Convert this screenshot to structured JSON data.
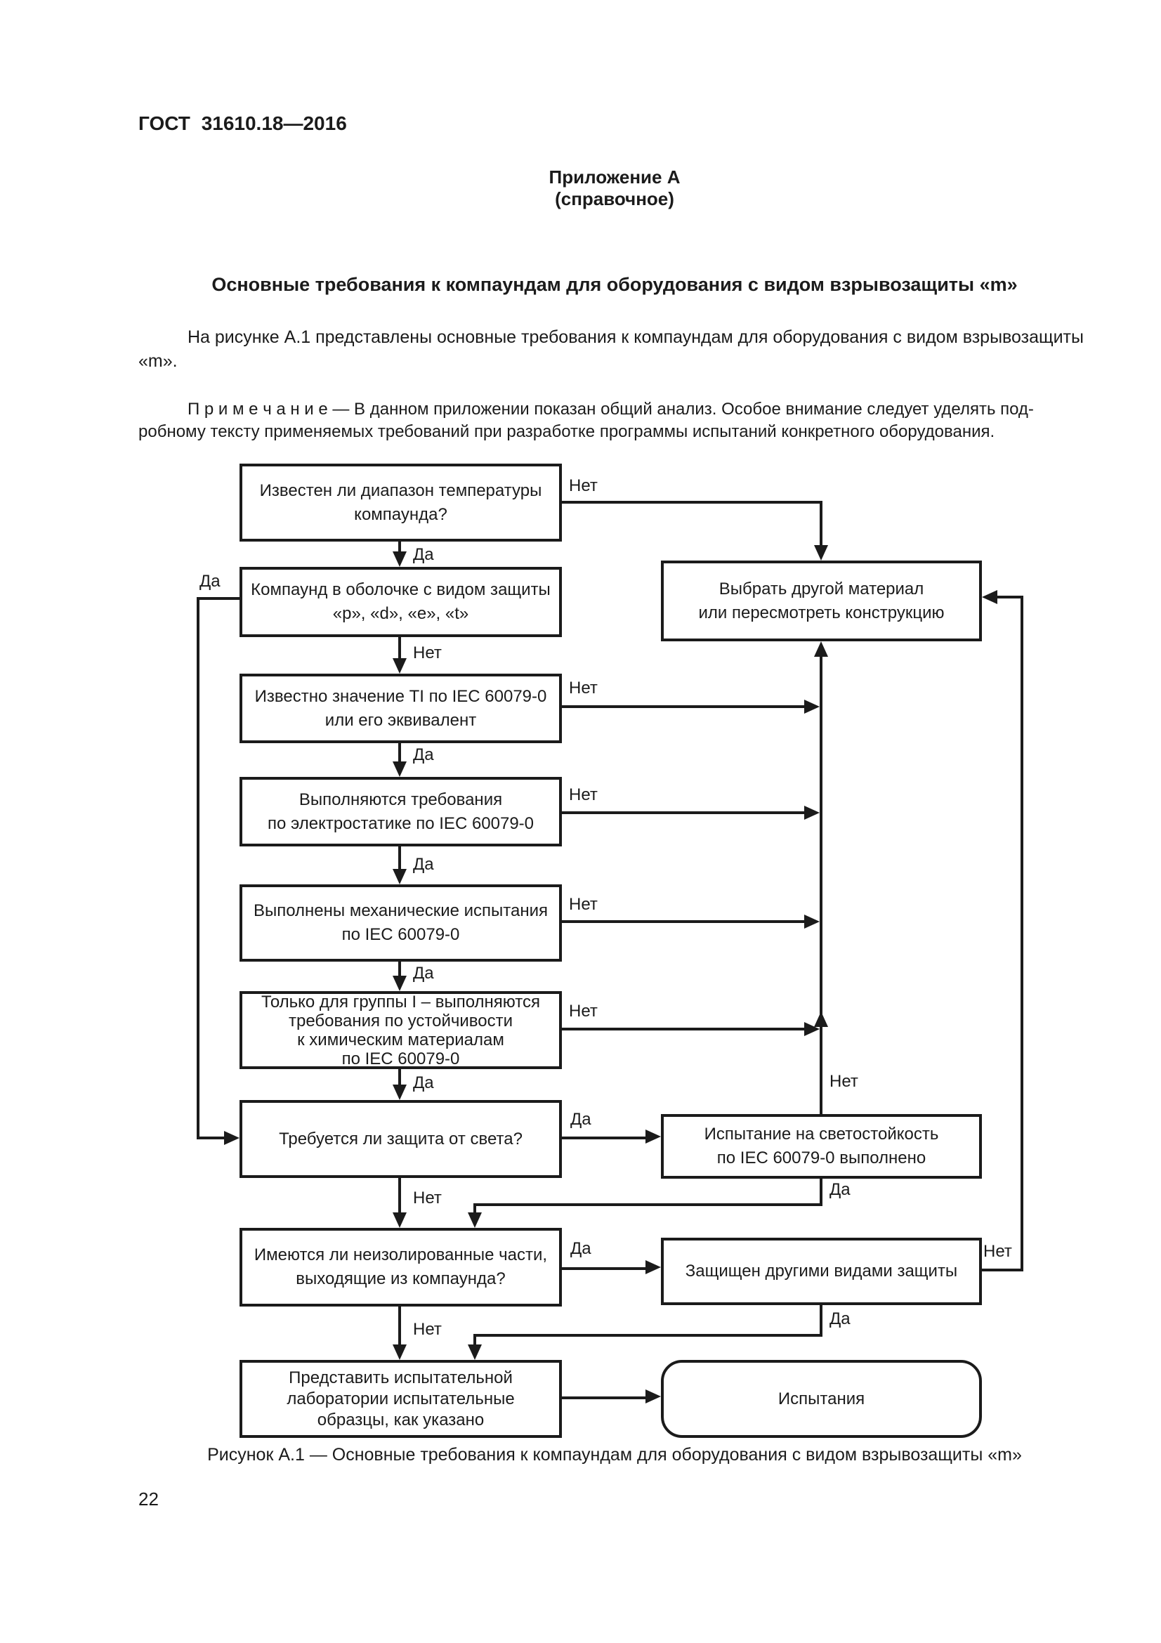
{
  "page": {
    "standard_number": "ГОСТ 31610.18—2016",
    "appendix_label": "Приложение А",
    "appendix_type": "(справочное)",
    "section_title": "Основные требования к компаундам для оборудования с видом взрывозащиты «m»",
    "body_line1": "На рисунке А.1 представлены основные требования к компаундам для оборудования с видом взрывозащиты",
    "body_line2": "«m».",
    "note_line1": "П р и м е ч а н и е — В данном приложении показан общий анализ. Особое внимание следует уделять под-",
    "note_line2": "робному тексту применяемых требований при разработке программы испытаний конкретного оборудования.",
    "figure_caption": "Рисунок А.1 — Основные требования к компаундам для оборудования с видом взрывозащиты «m»",
    "page_number": "22"
  },
  "flowchart": {
    "edge_labels": {
      "yes": "Да",
      "no": "Нет"
    },
    "boxes": {
      "temp_range": {
        "lines": [
          "Известен ли диапазон температуры",
          "компаунда?"
        ]
      },
      "enclosure": {
        "lines": [
          "Компаунд в оболочке с видом защиты",
          "«p», «d», «e», «t»"
        ]
      },
      "ti_value": {
        "lines": [
          "Известно значение TI по IEC 60079-0",
          "или его эквивалент"
        ]
      },
      "electrostatic": {
        "lines": [
          "Выполняются требования",
          "по электростатике по IEC 60079-0"
        ]
      },
      "mechanical": {
        "lines": [
          "Выполнены механические испытания",
          "по IEC 60079-0"
        ]
      },
      "group1_chemical": {
        "lines": [
          "Только для группы I – выполняются",
          "требования по устойчивости",
          "к химическим материалам",
          "по IEC 60079-0"
        ]
      },
      "light_protection": {
        "lines": [
          "Требуется ли защита от света?"
        ]
      },
      "uninsulated_parts": {
        "lines": [
          "Имеются ли неизолированные части,",
          "выходящие из компаунда?"
        ]
      },
      "submit_samples": {
        "lines": [
          "Представить испытательной",
          "лаборатории испытательные",
          "образцы, как указано"
        ]
      },
      "choose_material": {
        "lines": [
          "Выбрать другой материал",
          "или пересмотреть конструкцию"
        ]
      },
      "light_test": {
        "lines": [
          "Испытание на светостойкость",
          "по IEC 60079-0 выполнено"
        ]
      },
      "other_protection": {
        "lines": [
          "Защищен другими видами защиты"
        ]
      },
      "tests": {
        "lines": [
          "Испытания"
        ]
      }
    }
  }
}
